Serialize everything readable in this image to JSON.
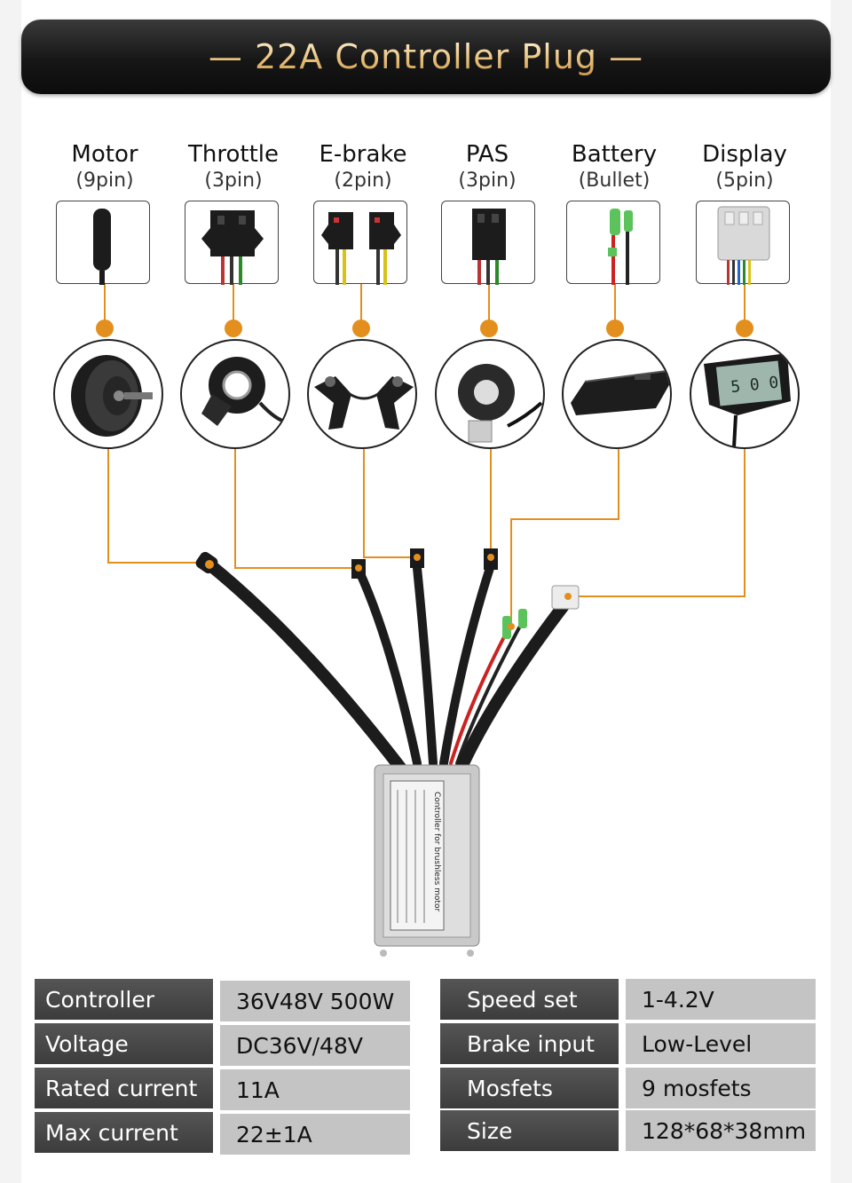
{
  "banner": {
    "title": "— 22A  Controller  Plug —"
  },
  "plugs": [
    {
      "name": "Motor",
      "pins": "(9pin)",
      "icon": "motor-connector-icon"
    },
    {
      "name": "Throttle",
      "pins": "(3pin)",
      "icon": "throttle-connector-icon"
    },
    {
      "name": "E-brake",
      "pins": "(2pin)",
      "icon": "ebrake-connector-icon"
    },
    {
      "name": "PAS",
      "pins": "(3pin)",
      "icon": "pas-connector-icon"
    },
    {
      "name": "Battery",
      "pins": "(Bullet)",
      "icon": "battery-connector-icon"
    },
    {
      "name": "Display",
      "pins": "(5pin)",
      "icon": "display-connector-icon"
    }
  ],
  "devices": {
    "motor": "hub-motor-icon",
    "throttle": "thumb-throttle-icon",
    "ebrake": "brake-levers-icon",
    "pas": "pas-sensor-icon",
    "battery": "battery-pack-icon",
    "display": "lcd-display-icon",
    "display_screen_text": "5 0 0"
  },
  "controller": {
    "label_text": "Controller for brushless motor",
    "icon": "controller-box-icon"
  },
  "specs_left": [
    {
      "label": "Controller",
      "value": "36V48V 500W"
    },
    {
      "label": "Voltage",
      "value": "DC36V/48V"
    },
    {
      "label": "Rated current",
      "value": "11A"
    },
    {
      "label": "Max current",
      "value": "22±1A"
    }
  ],
  "specs_right": [
    {
      "label": "Speed set",
      "value": "1-4.2V"
    },
    {
      "label": "Brake input",
      "value": "Low-Level"
    },
    {
      "label": "Mosfets",
      "value": "9 mosfets"
    },
    {
      "label": "Size",
      "value": "128*68*38mm"
    }
  ],
  "colors": {
    "accent_wire": "#e38f1e",
    "banner_text": "#e9c27c"
  }
}
